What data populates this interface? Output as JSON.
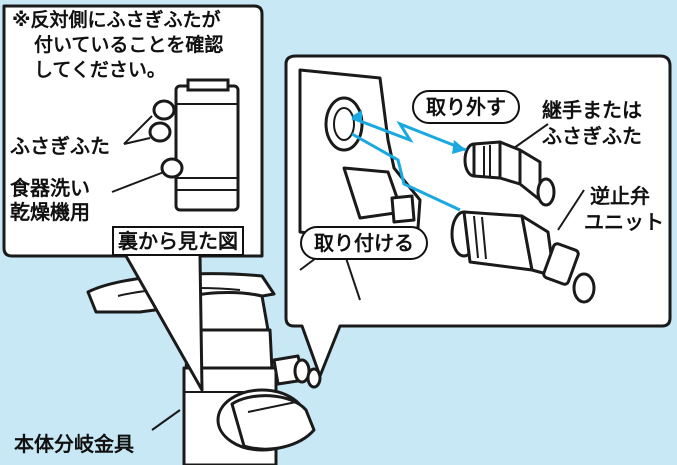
{
  "colors": {
    "background": "#c8e8f6",
    "panel": "#ffffff",
    "outline": "#1a1a1a",
    "water_arrow": "#19a8e0",
    "metal_shadow": "#cfcfcf"
  },
  "note": {
    "line1": "※反対側にふさぎふたが",
    "line2": "付いていることを確認",
    "line3": "してください。"
  },
  "labels": {
    "cap": "ふさぎふた",
    "dishwasher_line1": "食器洗い",
    "dishwasher_line2": "乾燥機用",
    "back_view": "裏から見た図",
    "remove": "取り外す",
    "joint_line1": "継手または",
    "joint_line2": "ふさぎふた",
    "valve_line1": "逆止弁",
    "valve_line2": "ユニット",
    "attach": "取り付ける",
    "main_body": "本体分岐金具"
  }
}
